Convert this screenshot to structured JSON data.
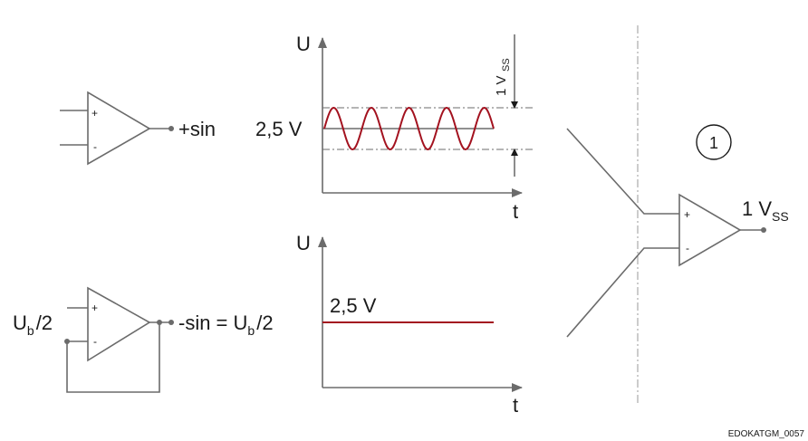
{
  "colors": {
    "stroke": "#6b6b6b",
    "signal": "#a3121f",
    "text": "#1a1a1a",
    "divider": "#9a9a9a"
  },
  "top_amp": {
    "plus": "+",
    "minus": "-",
    "output": "+sin"
  },
  "top_plot": {
    "y_axis": "U",
    "x_axis": "t",
    "dc_level": "2,5 V",
    "pp_main": "1 V",
    "pp_sub": "SS",
    "cycles": 4.5
  },
  "bottom_amp": {
    "plus": "+",
    "minus": "-",
    "input_main": "U",
    "input_sub": "b",
    "input_tail": "/2",
    "out_a": "-sin = U",
    "out_sub": "b",
    "out_tail": "/2"
  },
  "bottom_plot": {
    "y_axis": "U",
    "x_axis": "t",
    "dc_level": "2,5 V"
  },
  "diff_amp": {
    "plus": "+",
    "minus": "-",
    "out_main": "1 V",
    "out_sub": "SS"
  },
  "marker": "1",
  "footer_code": "EDOKATGM_0057"
}
